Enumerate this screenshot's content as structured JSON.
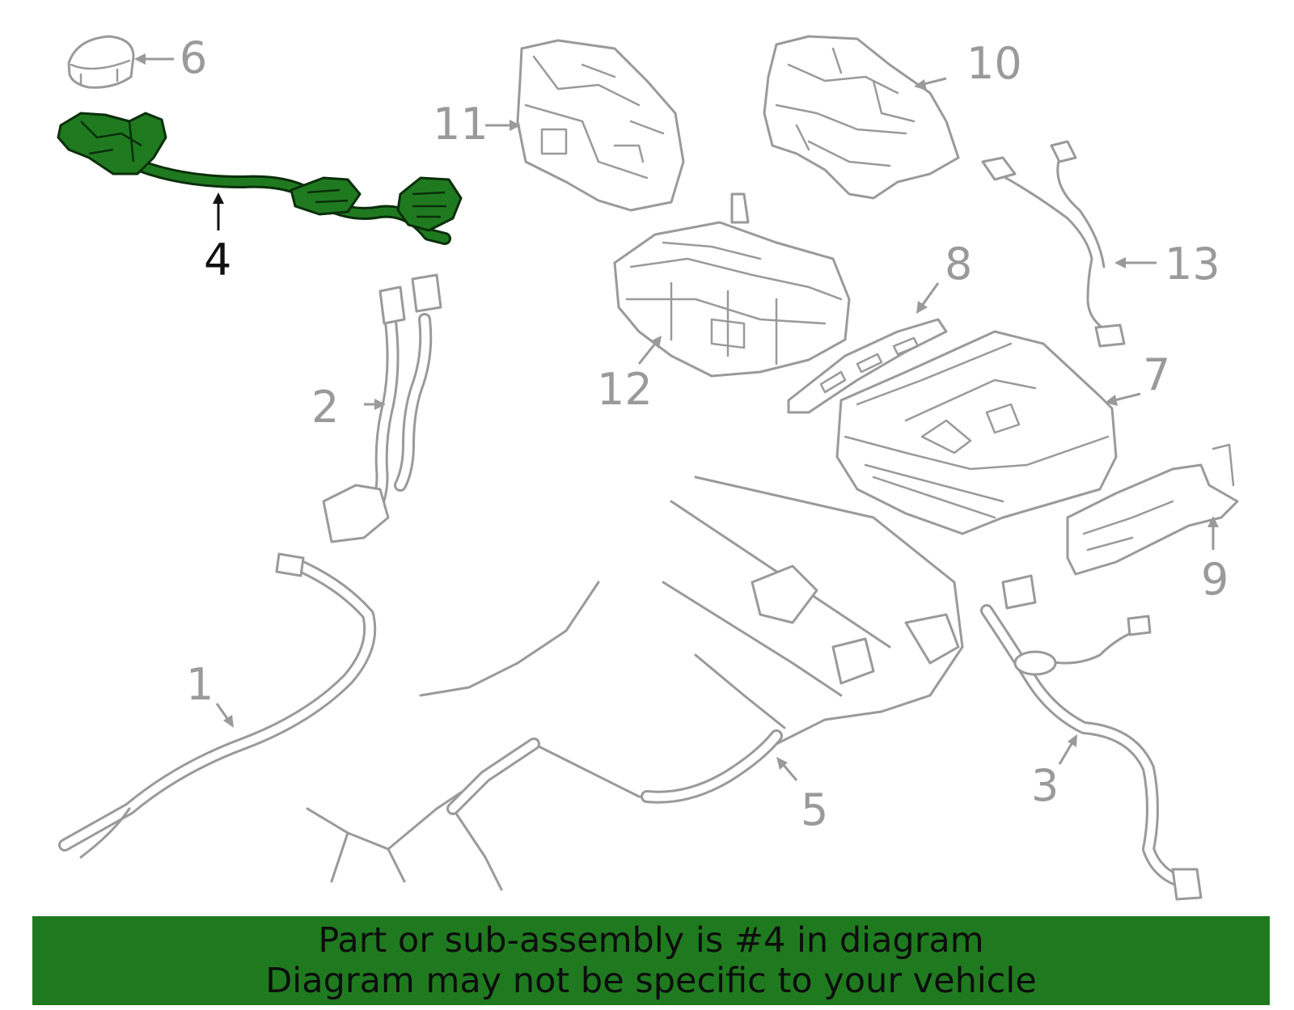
{
  "callouts": {
    "c1": "1",
    "c2": "2",
    "c3": "3",
    "c4": "4",
    "c5": "5",
    "c6": "6",
    "c7": "7",
    "c8": "8",
    "c9": "9",
    "c10": "10",
    "c11": "11",
    "c12": "12",
    "c13": "13"
  },
  "highlighted_part": "4",
  "colors": {
    "highlight": "#1f7a1f",
    "line_art": "#9a9a9a",
    "banner": "#1f7a1f"
  },
  "banner": {
    "line1": "Part or sub-assembly is #4 in diagram",
    "line2": "Diagram may not be specific to your vehicle"
  }
}
